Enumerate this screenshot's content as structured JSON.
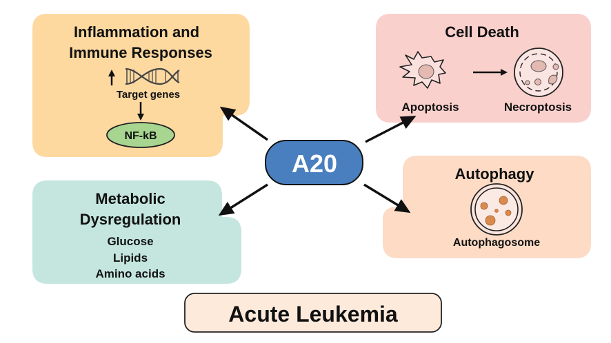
{
  "center": {
    "label": "A20"
  },
  "bottom": {
    "label": "Acute Leukemia"
  },
  "nodes": {
    "inflammation": {
      "title_line1": "Inflammation and",
      "title_line2": "Immune Responses",
      "target_genes": "Target genes",
      "nfkb": "NF-kB",
      "icons": [
        "up-arrow-icon",
        "dna-helix-icon",
        "down-arrow-icon"
      ]
    },
    "cell_death": {
      "title": "Cell Death",
      "apoptosis": "Apoptosis",
      "necroptosis": "Necroptosis",
      "icons": [
        "apoptotic-cell-icon",
        "right-arrow-icon",
        "necroptotic-cell-icon"
      ]
    },
    "autophagy": {
      "title": "Autophagy",
      "autophagosome": "Autophagosome",
      "icons": [
        "autophagosome-icon"
      ]
    },
    "metabolic": {
      "title_line1": "Metabolic",
      "title_line2": "Dysregulation",
      "items": [
        "Glucose",
        "Lipids",
        "Amino acids"
      ]
    }
  },
  "colors": {
    "inflammation": "#fdd9a0",
    "cell_death": "#f9d0cc",
    "autophagy": "#fddbc5",
    "metabolic": "#c4e6de",
    "a20": "#4a7fbf",
    "nfkb": "#a8d690",
    "leukemia": "#fdeadb"
  }
}
